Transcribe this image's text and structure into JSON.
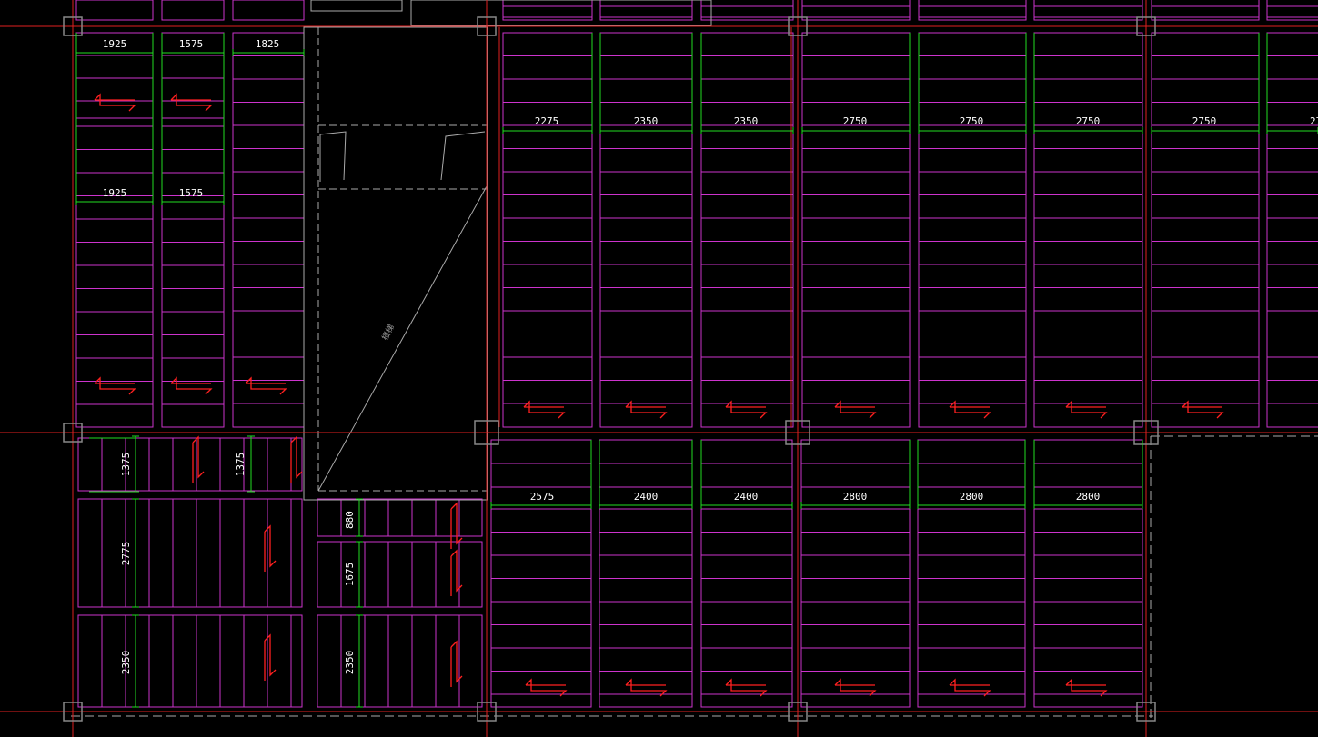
{
  "drawing": {
    "colors": {
      "background": "#000000",
      "axis": "#e02020",
      "beam": "#cc33cc",
      "dimension": "#22dd22",
      "dimension_text": "#ffffff",
      "arrow": "#ff2020",
      "column": "#888888",
      "opening": "#aaaaaa"
    },
    "dimensions_top_left": [
      "1925",
      "1575",
      "1825"
    ],
    "dimensions_left_mid": [
      "1925",
      "1575"
    ],
    "dimensions_top_right": [
      "2275",
      "2350",
      "2350",
      "2750",
      "2750",
      "2750",
      "2750",
      "27"
    ],
    "dimensions_bottom_right": [
      "2575",
      "2400",
      "2400",
      "2800",
      "2800",
      "2800"
    ],
    "dimensions_vertical_left": [
      "1375",
      "1375",
      "2775",
      "2350"
    ],
    "dimensions_vertical_mid": [
      "880",
      "1675",
      "2350"
    ],
    "opening_note": "楼梯"
  }
}
